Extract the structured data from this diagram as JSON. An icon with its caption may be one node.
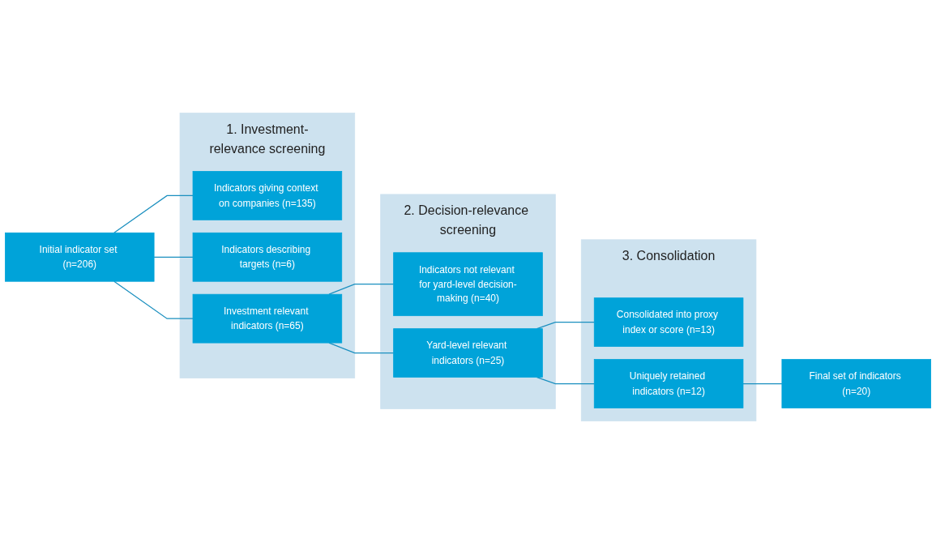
{
  "diagram": {
    "nodes": [
      {
        "text": [
          "Initial indicator set (n=206)"
        ]
      },
      {
        "text": [
          "1. Investment-relevance screening"
        ]
      },
      {
        "text": [
          "Indicators giving context on companies (n=135)"
        ],
        "in": 1
      },
      {
        "text": [
          "Indicators describing targets (n=6)"
        ],
        "in": 1
      },
      {
        "text": [
          "Investment relevant indicators (n=65)"
        ],
        "in": 1
      },
      {
        "text": [
          "2. Decision-relevance screening"
        ]
      },
      {
        "text": [
          "Indicators not relevant for yard-level decision-making (n=40)"
        ],
        "in": 5
      },
      {
        "text": [
          "Yard-level relevant indicators (n=25)"
        ],
        "in": 5
      },
      {
        "text": [
          "3. Consolidation"
        ]
      },
      {
        "text": [
          "Consolidated into proxy index or score (n=13)"
        ],
        "in": 8
      },
      {
        "text": [
          "Uniquely retained indicators (n=12)"
        ],
        "in": 8
      },
      {
        "text": [
          "Final set of indicators (n=20)"
        ]
      }
    ],
    "edges": [
      {
        "from": 0,
        "to": 2,
        "arrow": "none"
      },
      {
        "from": 0,
        "to": 3,
        "arrow": "none"
      },
      {
        "from": 0,
        "to": 4,
        "arrow": "none"
      },
      {
        "from": 4,
        "to": 6,
        "arrow": "none"
      },
      {
        "from": 4,
        "to": 7,
        "arrow": "none"
      },
      {
        "from": 7,
        "to": 9,
        "arrow": "none"
      },
      {
        "from": 7,
        "to": 10,
        "arrow": "none"
      },
      {
        "from": 10,
        "to": 11,
        "arrow": "none"
      }
    ]
  }
}
